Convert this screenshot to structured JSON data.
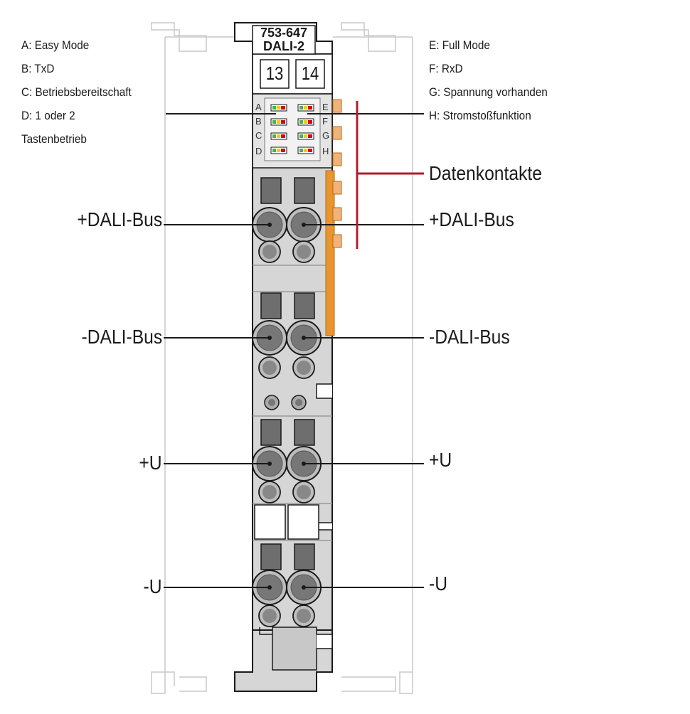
{
  "module": {
    "article_number": "753-647",
    "model": "DALI-2",
    "channel_numbers": [
      "13",
      "14"
    ]
  },
  "led_legend_left": [
    "A: Easy Mode",
    "B: TxD",
    "C: Betriebsbereitschaft",
    "D: 1 oder 2",
    "Tastenbetrieb"
  ],
  "led_legend_right": [
    "E: Full Mode",
    "F: RxD",
    "G: Spannung vorhanden",
    "H: Stromstoßfunktion"
  ],
  "led_letters_left": [
    "A",
    "B",
    "C",
    "D"
  ],
  "led_letters_right": [
    "E",
    "F",
    "G",
    "H"
  ],
  "data_contacts_label": "Datenkontakte",
  "connections": {
    "dali_plus_left": "+DALI-Bus",
    "dali_plus_right": "+DALI-Bus",
    "dali_minus_left": "-DALI-Bus",
    "dali_minus_right": "-DALI-Bus",
    "u_plus_left": "+U",
    "u_plus_right": "+U",
    "u_minus_left": "-U",
    "u_minus_right": "-U"
  },
  "colors": {
    "housing": "#d6d6d6",
    "outline": "#1a1a1a",
    "contact_orange": "#e8952e",
    "contact_light": "#f2b27a",
    "data_contact_line": "#b01c2e",
    "led_red": "#d6001c",
    "led_yellow": "#f0d000",
    "led_green": "#4caf50",
    "terminal_dark": "#6e6e6e"
  }
}
